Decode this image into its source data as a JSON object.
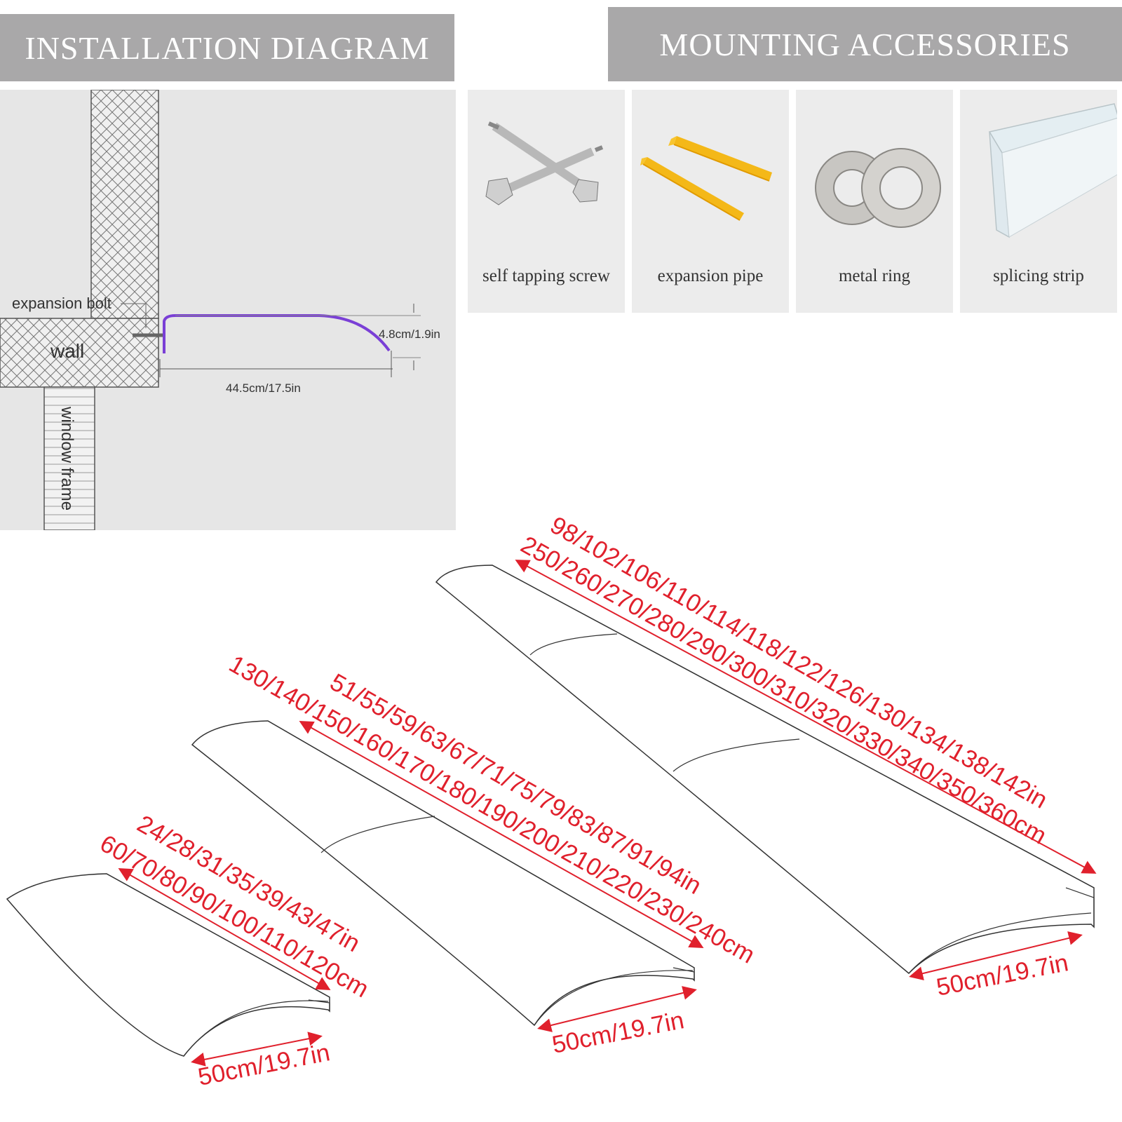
{
  "banners": {
    "left": "INSTALLATION DIAGRAM",
    "right": "MOUNTING ACCESSORIES"
  },
  "diagram": {
    "labels": {
      "expansion_bolt": "expansion bolt",
      "wall": "wall",
      "window_frame": "window frame",
      "height": "4.8cm/1.9in",
      "depth": "44.5cm/17.5in"
    },
    "colors": {
      "profile": "#7a3fd6"
    }
  },
  "accessories": [
    {
      "label": "self tapping screw",
      "icon": "screw-icon"
    },
    {
      "label": "expansion pipe",
      "icon": "anchor-icon"
    },
    {
      "label": "metal ring",
      "icon": "washer-icon"
    },
    {
      "label": "splicing strip",
      "icon": "splice-strip-icon"
    }
  ],
  "strips": [
    {
      "length_in": "24/28/31/35/39/43/47in",
      "length_cm": "60/70/80/90/100/110/120cm",
      "width": "50cm/19.7in"
    },
    {
      "length_in": "51/55/59/63/67/71/75/79/83/87/91/94in",
      "length_cm": "130/140/150/160/170/180/190/200/210/220/230/240cm",
      "width": "50cm/19.7in"
    },
    {
      "length_in": "98/102/106/110/114/118/122/126/130/134/138/142in",
      "length_cm": "250/260/270/280/290/300/310/320/330/340/350/360cm",
      "width": "50cm/19.7in"
    }
  ],
  "colors": {
    "dimension": "#e0202c",
    "banner": "#a9a8a9"
  }
}
